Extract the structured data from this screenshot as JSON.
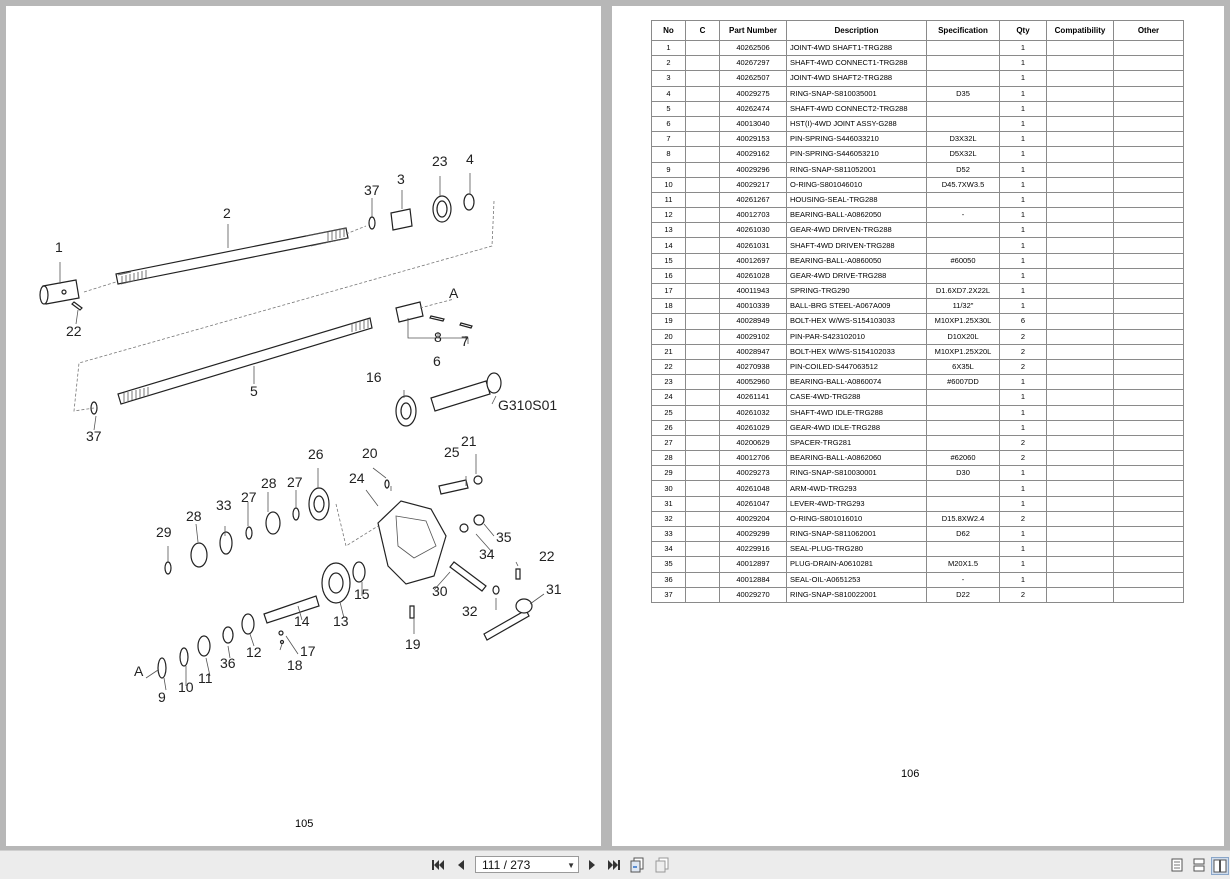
{
  "left_page": {
    "page_number": "105",
    "diagram_code": "G310S01",
    "callouts": [
      "1",
      "2",
      "3",
      "4",
      "5",
      "6",
      "7",
      "8",
      "9",
      "10",
      "11",
      "12",
      "13",
      "14",
      "15",
      "16",
      "17",
      "18",
      "19",
      "20",
      "21",
      "22",
      "22",
      "23",
      "24",
      "25",
      "26",
      "27",
      "27",
      "28",
      "28",
      "29",
      "30",
      "31",
      "32",
      "33",
      "34",
      "35",
      "36",
      "37",
      "37",
      "A",
      "A"
    ]
  },
  "right_page": {
    "page_number": "106",
    "table": {
      "headers": [
        "No",
        "C",
        "Part Number",
        "Description",
        "Specification",
        "Qty",
        "Compatibility",
        "Other"
      ],
      "rows": [
        [
          "1",
          "",
          "40262506",
          "JOINT-4WD SHAFT1-TRG288",
          "",
          "1",
          "",
          ""
        ],
        [
          "2",
          "",
          "40267297",
          "SHAFT-4WD CONNECT1-TRG288",
          "",
          "1",
          "",
          ""
        ],
        [
          "3",
          "",
          "40262507",
          "JOINT-4WD SHAFT2-TRG288",
          "",
          "1",
          "",
          ""
        ],
        [
          "4",
          "",
          "40029275",
          "RING-SNAP-S810035001",
          "D35",
          "1",
          "",
          ""
        ],
        [
          "5",
          "",
          "40262474",
          "SHAFT-4WD CONNECT2-TRG288",
          "",
          "1",
          "",
          ""
        ],
        [
          "6",
          "",
          "40013040",
          "HST(I)-4WD JOINT ASSY-G288",
          "",
          "1",
          "",
          ""
        ],
        [
          "7",
          "",
          "40029153",
          "PIN-SPRING-S446033210",
          "D3X32L",
          "1",
          "",
          ""
        ],
        [
          "8",
          "",
          "40029162",
          "PIN-SPRING-S446053210",
          "D5X32L",
          "1",
          "",
          ""
        ],
        [
          "9",
          "",
          "40029296",
          "RING-SNAP-S811052001",
          "D52",
          "1",
          "",
          ""
        ],
        [
          "10",
          "",
          "40029217",
          "O-RING-S801046010",
          "D45.7XW3.5",
          "1",
          "",
          ""
        ],
        [
          "11",
          "",
          "40261267",
          "HOUSING-SEAL-TRG288",
          "",
          "1",
          "",
          ""
        ],
        [
          "12",
          "",
          "40012703",
          "BEARING-BALL-A0862050",
          "-",
          "1",
          "",
          ""
        ],
        [
          "13",
          "",
          "40261030",
          "GEAR-4WD DRIVEN-TRG288",
          "",
          "1",
          "",
          ""
        ],
        [
          "14",
          "",
          "40261031",
          "SHAFT-4WD DRIVEN-TRG288",
          "",
          "1",
          "",
          ""
        ],
        [
          "15",
          "",
          "40012697",
          "BEARING-BALL-A0860050",
          "#60050",
          "1",
          "",
          ""
        ],
        [
          "16",
          "",
          "40261028",
          "GEAR-4WD DRIVE-TRG288",
          "",
          "1",
          "",
          ""
        ],
        [
          "17",
          "",
          "40011943",
          "SPRING-TRG290",
          "D1.6XD7.2X22L",
          "1",
          "",
          ""
        ],
        [
          "18",
          "",
          "40010339",
          "BALL-BRG STEEL-A067A009",
          "11/32\"",
          "1",
          "",
          ""
        ],
        [
          "19",
          "",
          "40028949",
          "BOLT-HEX W/WS-S154103033",
          "M10XP1.25X30L",
          "6",
          "",
          ""
        ],
        [
          "20",
          "",
          "40029102",
          "PIN-PAR-S423102010",
          "D10X20L",
          "2",
          "",
          ""
        ],
        [
          "21",
          "",
          "40028947",
          "BOLT-HEX W/WS-S154102033",
          "M10XP1.25X20L",
          "2",
          "",
          ""
        ],
        [
          "22",
          "",
          "40270938",
          "PIN-COILED-S447063512",
          "6X35L",
          "2",
          "",
          ""
        ],
        [
          "23",
          "",
          "40052960",
          "BEARING-BALL-A0860074",
          "#6007DD",
          "1",
          "",
          ""
        ],
        [
          "24",
          "",
          "40261141",
          "CASE-4WD-TRG288",
          "",
          "1",
          "",
          ""
        ],
        [
          "25",
          "",
          "40261032",
          "SHAFT-4WD IDLE-TRG288",
          "",
          "1",
          "",
          ""
        ],
        [
          "26",
          "",
          "40261029",
          "GEAR-4WD IDLE-TRG288",
          "",
          "1",
          "",
          ""
        ],
        [
          "27",
          "",
          "40200629",
          "SPACER-TRG281",
          "",
          "2",
          "",
          ""
        ],
        [
          "28",
          "",
          "40012706",
          "BEARING-BALL-A0862060",
          "#62060",
          "2",
          "",
          ""
        ],
        [
          "29",
          "",
          "40029273",
          "RING-SNAP-S810030001",
          "D30",
          "1",
          "",
          ""
        ],
        [
          "30",
          "",
          "40261048",
          "ARM-4WD-TRG293",
          "",
          "1",
          "",
          ""
        ],
        [
          "31",
          "",
          "40261047",
          "LEVER-4WD-TRG293",
          "",
          "1",
          "",
          ""
        ],
        [
          "32",
          "",
          "40029204",
          "O-RING-S801016010",
          "D15.8XW2.4",
          "2",
          "",
          ""
        ],
        [
          "33",
          "",
          "40029299",
          "RING-SNAP-S811062001",
          "D62",
          "1",
          "",
          ""
        ],
        [
          "34",
          "",
          "40229916",
          "SEAL-PLUG-TRG280",
          "",
          "1",
          "",
          ""
        ],
        [
          "35",
          "",
          "40012897",
          "PLUG-DRAIN-A0610281",
          "M20X1.5",
          "1",
          "",
          ""
        ],
        [
          "36",
          "",
          "40012884",
          "SEAL-OIL-A0651253",
          "-",
          "1",
          "",
          ""
        ],
        [
          "37",
          "",
          "40029270",
          "RING-SNAP-S810022001",
          "D22",
          "2",
          "",
          ""
        ]
      ]
    }
  },
  "toolbar": {
    "page_indicator": "111 / 273",
    "icons": [
      "first-page-icon",
      "prev-page-icon",
      "next-page-icon",
      "last-page-icon",
      "extract-pages-icon",
      "insert-pages-icon",
      "single-page-view-icon",
      "continuous-view-icon",
      "facing-view-icon"
    ]
  }
}
